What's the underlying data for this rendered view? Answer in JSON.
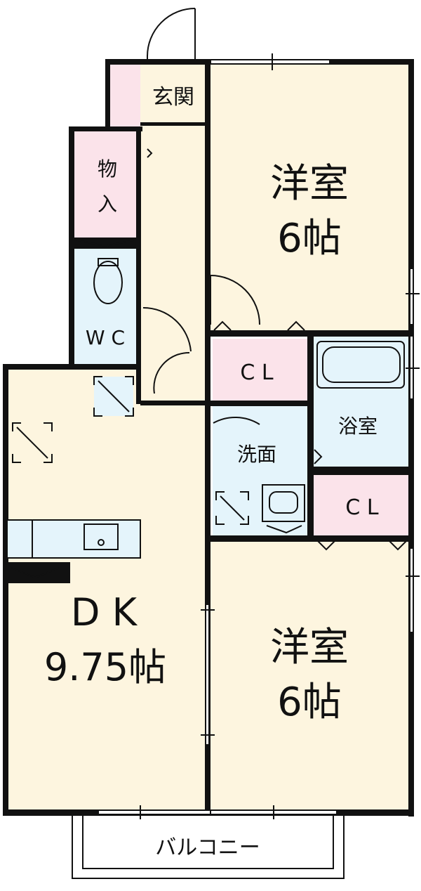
{
  "rooms": {
    "entrance": "玄関",
    "storage": [
      "物",
      "入"
    ],
    "wc": "W C",
    "western_room_top": {
      "name": "洋室",
      "size": "6帖"
    },
    "closet_top": "C L",
    "bath": "浴室",
    "washroom": "洗面",
    "closet_bottom": "C L",
    "dk": {
      "name": "D K",
      "size": "9.75帖"
    },
    "western_room_bottom": {
      "name": "洋室",
      "size": "6帖"
    },
    "balcony": "バルコニー"
  },
  "colors": {
    "wall": "#111111",
    "room_floor": "#fdf5df",
    "wet_area": "#e4f4fb",
    "storage": "#fbe3ea",
    "balcony": "#ffffff"
  }
}
